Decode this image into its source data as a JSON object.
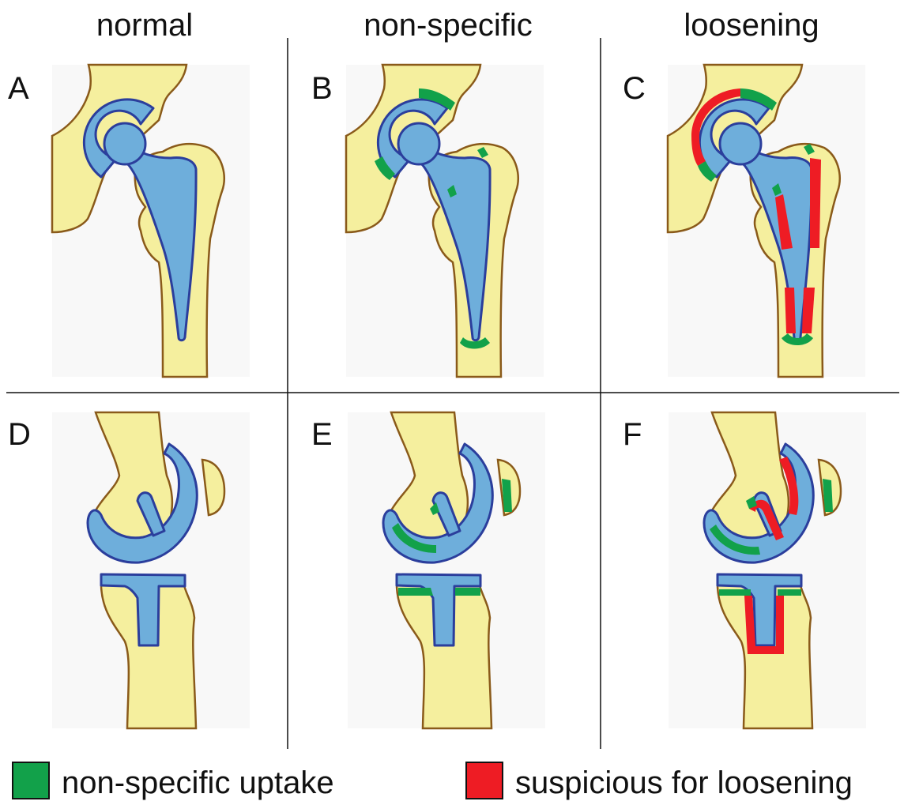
{
  "columns": [
    "normal",
    "non-specific",
    "loosening"
  ],
  "panels": [
    "A",
    "B",
    "C",
    "D",
    "E",
    "F"
  ],
  "legend": [
    {
      "label": "non-specific uptake",
      "color": "#12a14a"
    },
    {
      "label": "suspicious for loosening",
      "color": "#ee1c24"
    }
  ],
  "colors": {
    "bone": "#f5ef9e",
    "bone_outline": "#8a5a1a",
    "implant": "#6eaedb",
    "implant_outline": "#2b3e9c",
    "panel_bg": "#f8f8f8",
    "divider": "#111111"
  }
}
